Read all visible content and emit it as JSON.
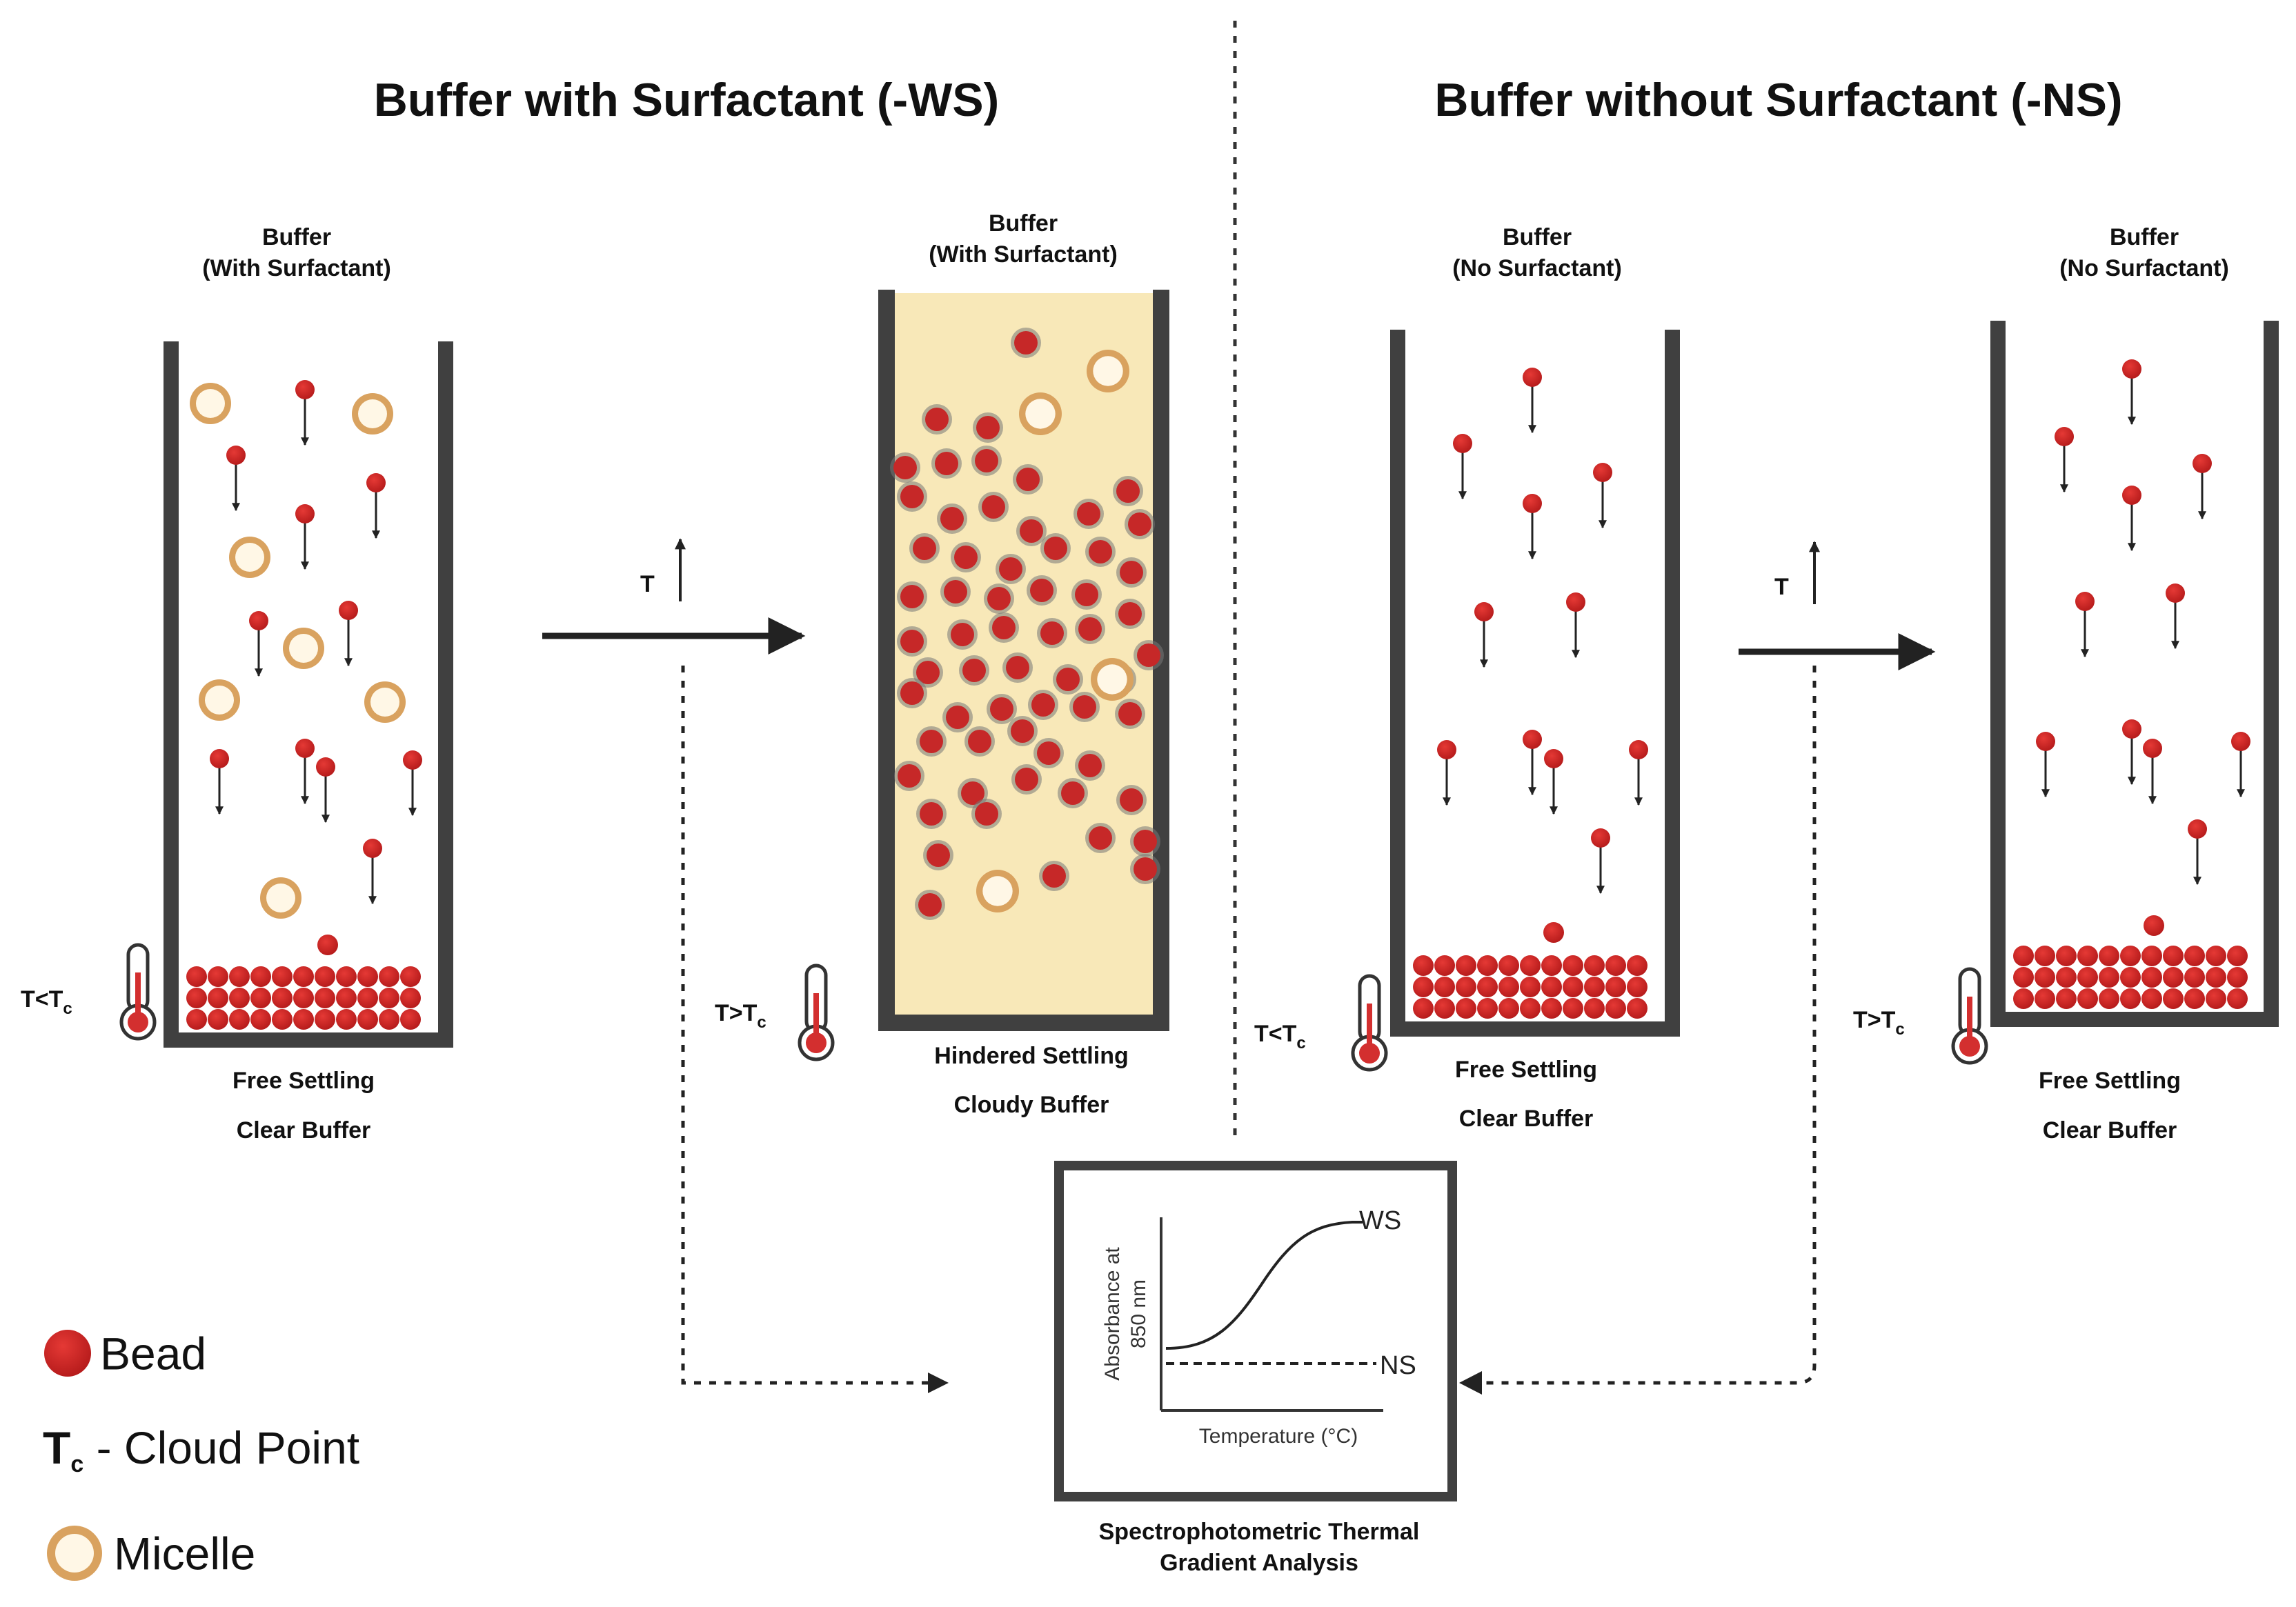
{
  "sections": {
    "ws_title": "Buffer with Surfactant (-WS)",
    "ns_title": "Buffer without Surfactant (-NS)"
  },
  "tubes": [
    {
      "header": [
        "Buffer",
        "(With Surfactant)"
      ],
      "temp_main": "T<T",
      "temp_sub": "c",
      "footer": [
        "Free Settling",
        "Clear Buffer"
      ]
    },
    {
      "header": [
        "Buffer",
        "(With Surfactant)"
      ],
      "temp_main": "T>T",
      "temp_sub": "c",
      "footer": [
        "Hindered Settling",
        "Cloudy Buffer"
      ]
    },
    {
      "header": [
        "Buffer",
        "(No Surfactant)"
      ],
      "temp_main": "T<T",
      "temp_sub": "c",
      "footer": [
        "Free Settling",
        "Clear Buffer"
      ]
    },
    {
      "header": [
        "Buffer",
        "(No Surfactant)"
      ],
      "temp_main": "T>T",
      "temp_sub": "c",
      "footer": [
        "Free Settling",
        "Clear Buffer"
      ]
    }
  ],
  "transition_label": "T",
  "plot": {
    "ylabel_line1": "Absorbance at",
    "ylabel_line2": "850 nm",
    "xlabel": "Temperature (°C)",
    "curve_ws": "WS",
    "curve_ns": "NS",
    "caption_line1": "Spectrophotometric Thermal",
    "caption_line2": "Gradient Analysis"
  },
  "legend": {
    "bead": "Bead",
    "tc_symbol": "T",
    "tc_sub": "c",
    "tc_text": " - Cloud Point",
    "micelle": "Micelle"
  },
  "colors": {
    "bead": "#c62828",
    "bead_dark": "#b71c1c",
    "micelle_ring": "#d9a25f",
    "micelle_core": "#fff7e6",
    "cloudy_fill": "#f8e8b8",
    "tube_wall": "#404040"
  }
}
